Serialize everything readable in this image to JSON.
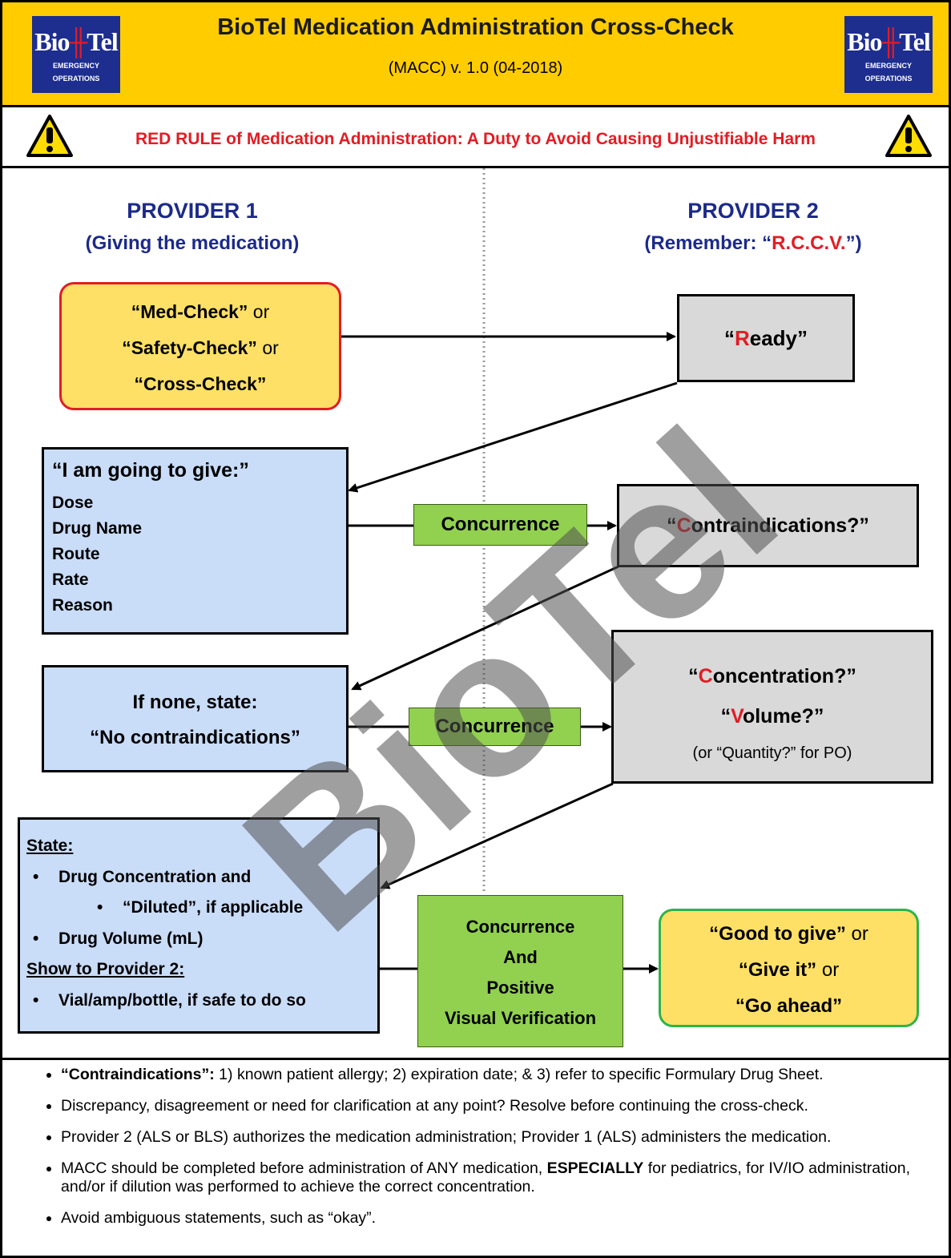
{
  "header": {
    "title": "BioTel Medication Administration Cross-Check",
    "subtitle": "(MACC) v. 1.0 (04-2018)",
    "logo_left": {
      "name_a": "Bio",
      "name_b": "Tel",
      "line1": "EMERGENCY",
      "line2": "OPERATIONS"
    },
    "logo_right": {
      "name_a": "Bio",
      "name_b": "Tel",
      "line1": "EMERGENCY",
      "line2": "OPERATIONS"
    },
    "bg_color": "#ffcc00"
  },
  "red_rule": "RED RULE of Medication Administration: A Duty to Avoid Causing Unjustifiable Harm",
  "provider1": {
    "title": "PROVIDER 1",
    "subtitle": "(Giving the medication)"
  },
  "provider2": {
    "title": "PROVIDER 2",
    "subtitle_a": "(Remember: “",
    "subtitle_b": "R.C.C.V.",
    "subtitle_c": "”)"
  },
  "nodes": {
    "medcheck": {
      "l1a": "“Med-Check”",
      "l1b": " or",
      "l2a": "“Safety-Check”",
      "l2b": " or",
      "l3": "“Cross-Check”"
    },
    "ready": {
      "q1": "“",
      "letter": "R",
      "rest": "eady”"
    },
    "give": {
      "heading": "“I am going to give:”",
      "items": [
        "Dose",
        "Drug Name",
        "Route",
        "Rate",
        "Reason"
      ]
    },
    "contra": {
      "q1": "“",
      "letter": "C",
      "rest": "ontraindications?”"
    },
    "none": {
      "l1": "If none, state:",
      "l2": "“No contraindications”"
    },
    "conc": {
      "q1": "“",
      "letter": "C",
      "rest": "oncentration?”",
      "q2": "“",
      "letter2": "V",
      "rest2": "olume?”",
      "note": "(or “Quantity?” for PO)"
    },
    "state": {
      "h1": "State:",
      "b1": "Drug Concentration and",
      "b1a": "“Diluted”, if applicable",
      "b2": "Drug Volume (mL)",
      "h2": "Show to Provider 2:",
      "b3": "Vial/amp/bottle, if safe to do so"
    },
    "good": {
      "l1a": "“Good to give”",
      "l1b": " or",
      "l2a": "“Give it”",
      "l2b": " or",
      "l3": "“Go ahead”"
    }
  },
  "concurrence": {
    "c1": "Concurrence",
    "c2": "Concurrence",
    "c3_lines": [
      "Concurrence",
      "And",
      "Positive",
      "Visual Verification"
    ]
  },
  "watermark": "BioTel",
  "notes": [
    {
      "bold": "“Contraindications”:",
      "text": " 1) known patient allergy; 2) expiration date; & 3) refer to specific Formulary Drug Sheet."
    },
    {
      "bold": "",
      "text": "Discrepancy, disagreement or need for clarification at any point?  Resolve before continuing the cross-check."
    },
    {
      "bold": "",
      "text": "Provider 2 (ALS or BLS) authorizes the medication administration; Provider 1 (ALS) administers the medication."
    },
    {
      "bold": "",
      "text": "MACC should be completed before administration of ANY medication, ",
      "bold2": "ESPECIALLY",
      "text2": " for pediatrics, for IV/IO administration, and/or if dilution was performed to achieve the correct concentration."
    },
    {
      "bold": "",
      "text": "Avoid ambiguous statements, such as “okay”."
    }
  ],
  "colors": {
    "accent_red": "#e31c23",
    "provider_blue": "#1c2a8a",
    "box_blue": "#c9dcf8",
    "box_gray": "#d9d9d9",
    "box_yellow": "#ffe066",
    "box_green": "#92d050"
  }
}
